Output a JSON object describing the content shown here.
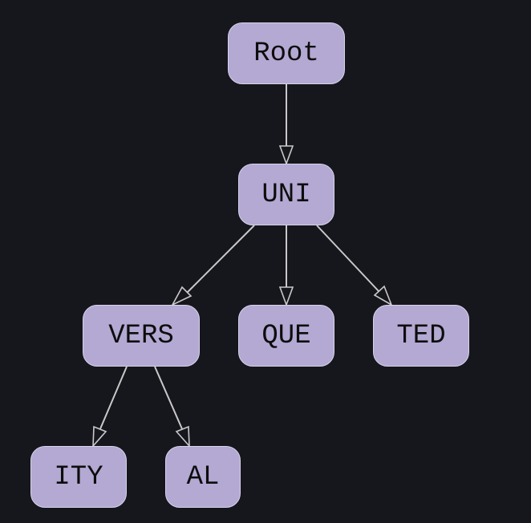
{
  "diagram": {
    "type": "tree",
    "nodes": [
      {
        "id": "root",
        "label": "Root"
      },
      {
        "id": "uni",
        "label": "UNI"
      },
      {
        "id": "vers",
        "label": "VERS"
      },
      {
        "id": "que",
        "label": "QUE"
      },
      {
        "id": "ted",
        "label": "TED"
      },
      {
        "id": "ity",
        "label": "ITY"
      },
      {
        "id": "al",
        "label": "AL"
      }
    ],
    "edges": [
      {
        "from": "root",
        "to": "uni"
      },
      {
        "from": "uni",
        "to": "vers"
      },
      {
        "from": "uni",
        "to": "que"
      },
      {
        "from": "uni",
        "to": "ted"
      },
      {
        "from": "vers",
        "to": "ity"
      },
      {
        "from": "vers",
        "to": "al"
      }
    ],
    "colors": {
      "background": "#16161d",
      "node_fill": "#b3a9d3",
      "edge": "#c9c9c9",
      "text": "#0d0d0d"
    }
  }
}
